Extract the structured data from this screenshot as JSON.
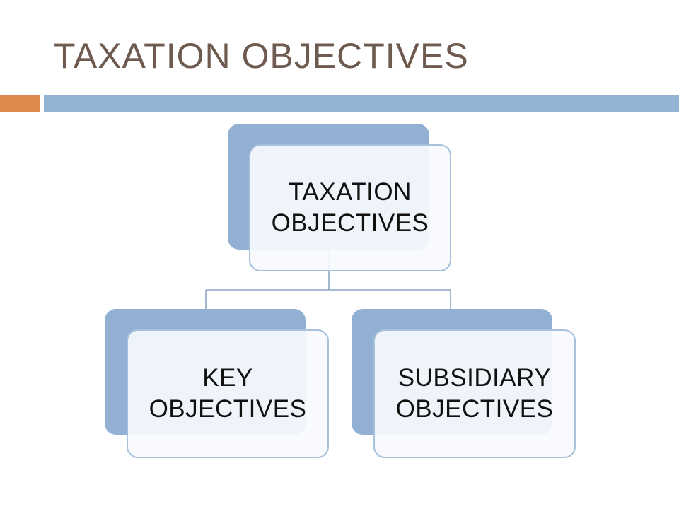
{
  "slide": {
    "title": "TAXATION OBJECTIVES"
  },
  "diagram": {
    "root": {
      "label_line1": "TAXATION",
      "label_line2": "OBJECTIVES"
    },
    "children": [
      {
        "label_line1": "KEY",
        "label_line2": "OBJECTIVES"
      },
      {
        "label_line1": "SUBSIDIARY",
        "label_line2": "OBJECTIVES"
      }
    ]
  },
  "colors": {
    "title": "#6e5a4f",
    "accent": "#dc8a4b",
    "rule": "#93b3d2",
    "node_back": "#91b0d3",
    "node_border": "#a7c1dc",
    "node_fill": "#f7fafd",
    "connector": "#8aa6c4"
  }
}
